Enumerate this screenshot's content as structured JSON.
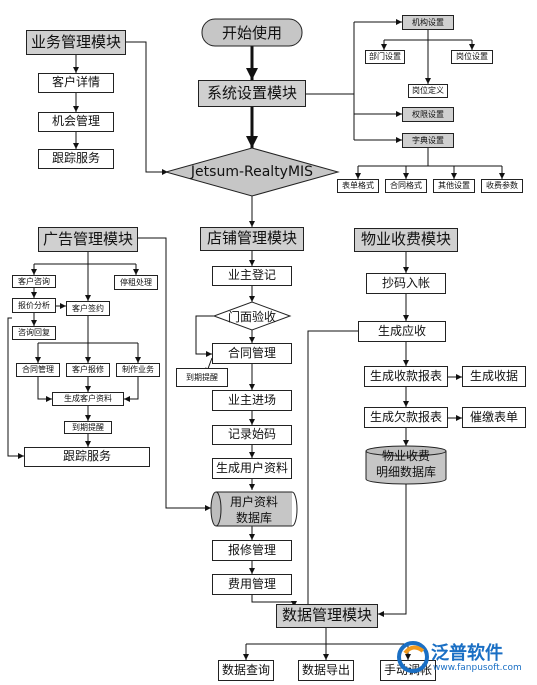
{
  "nodes": {
    "start": "开始使用",
    "system": "系统设置模块",
    "core": "Jetsum-RealtyMIS",
    "org": "机构设置",
    "dept": "部门设置",
    "post": "岗位设置",
    "post_def": "岗位定义",
    "perm": "权限设置",
    "dict": "字典设置",
    "form_fmt": "表单格式",
    "contract_fmt": "合同格式",
    "other_set": "其他设置",
    "fee_param": "收费参数",
    "biz": "业务管理模块",
    "cust_detail": "客户详情",
    "opp": "机会管理",
    "follow1": "跟踪服务",
    "ad": "广告管理模块",
    "cust_consult": "客户咨询",
    "quote": "报价分析",
    "consult_reply": "咨询回复",
    "cust_sign": "客户签约",
    "stop_proc": "停租处理",
    "ad_contract": "合同管理",
    "cust_repair": "客户报修",
    "make_biz": "制作业务",
    "gen_cust": "生成客户资料",
    "ad_due": "到期提醒",
    "follow2": "跟踪服务",
    "shop": "店铺管理模块",
    "owner_reg": "业主登记",
    "inspect": "门面验收",
    "contract": "合同管理",
    "due": "到期提醒",
    "owner_in": "业主进场",
    "record_code": "记录始码",
    "gen_user": "生成用户资料",
    "user_db_1": "用户资料",
    "user_db_2": "数据库",
    "repair": "报修管理",
    "fee_mgmt": "费用管理",
    "fee": "物业收费模块",
    "copy_code": "抄码入帐",
    "gen_receivable": "生成应收",
    "gen_receipt_report": "生成收款报表",
    "gen_receipt": "生成收据",
    "gen_owe_report": "生成欠款报表",
    "dun_form": "催缴表单",
    "fee_db_1": "物业收费",
    "fee_db_2": "明细数据库",
    "data": "数据管理模块",
    "query": "数据查询",
    "export": "数据导出",
    "manual": "手动调帐"
  },
  "logo": {
    "cn": "泛普软件",
    "url": "www.fanpusoft.com"
  }
}
